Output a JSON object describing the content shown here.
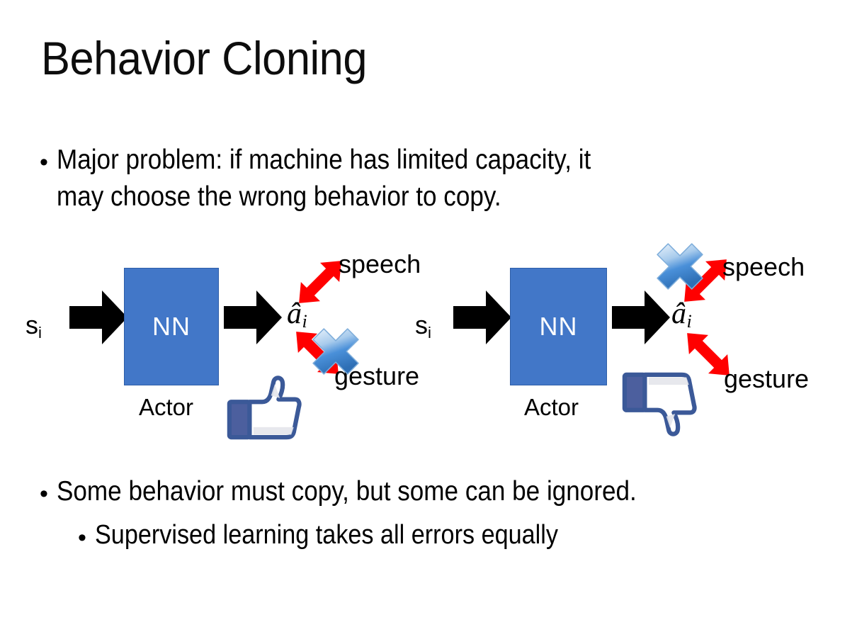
{
  "slide": {
    "title": "Behavior Cloning",
    "bullets": [
      {
        "marker": "•",
        "text": "Major problem: if machine has limited capacity, it\nmay choose the wrong behavior to copy.",
        "level": 1
      },
      {
        "marker": "•",
        "text": "Some behavior must copy, but some can be ignored.",
        "level": 1
      },
      {
        "marker": "•",
        "text": "Supervised learning takes all errors equally",
        "level": 2
      }
    ]
  },
  "diagrams": [
    {
      "id": "left",
      "input_label": "s",
      "input_subscript": "i",
      "box_label": "NN",
      "box_caption": "Actor",
      "output_label": "â",
      "output_subscript": "i",
      "branches": [
        {
          "name": "speech-branch",
          "label": "speech",
          "direction": "up",
          "crossed": false
        },
        {
          "name": "gesture-branch",
          "label": "gesture",
          "direction": "down",
          "crossed": true
        }
      ],
      "verdict_icon": "thumbs-up-icon",
      "cross_icon": "blue-cross-icon",
      "cross_on": "gesture"
    },
    {
      "id": "right",
      "input_label": "s",
      "input_subscript": "i",
      "box_label": "NN",
      "box_caption": "Actor",
      "output_label": "â",
      "output_subscript": "i",
      "branches": [
        {
          "name": "speech-branch",
          "label": "speech",
          "direction": "up",
          "crossed": true
        },
        {
          "name": "gesture-branch",
          "label": "gesture",
          "direction": "down",
          "crossed": false
        }
      ],
      "verdict_icon": "thumbs-down-icon",
      "cross_icon": "blue-cross-icon",
      "cross_on": "speech"
    }
  ],
  "colors": {
    "background": "#FFFFFF",
    "text": "#000000",
    "nn_box_fill": "#4277C8",
    "nn_box_border": "#2E5EA8",
    "nn_box_text": "#FFFFFF",
    "flow_arrow": "#000000",
    "branch_arrow": "#FF0000",
    "cross_icon_blue": "#5B9BD5",
    "thumb_outline": "#3B5998",
    "thumb_fill": "#FFFFFF",
    "thumb_cuff": "#4C5F9E"
  }
}
